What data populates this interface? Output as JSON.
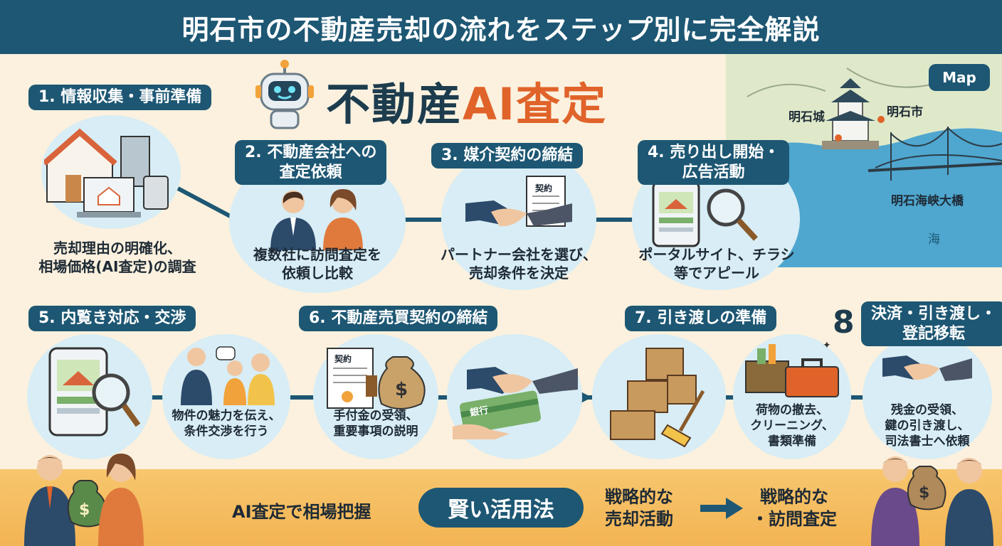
{
  "header": {
    "title": "明石市の不動産売却の流れをステップ別に完全解説"
  },
  "logo": {
    "text_main": "不動産",
    "text_ai": "AI査定"
  },
  "map": {
    "badge": "Map",
    "castle_label": "明石城",
    "city_label": "明石市",
    "bridge_label": "明石海峡大橋",
    "sea_label": "海"
  },
  "steps": [
    {
      "title": "1. 情報収集・事前準備",
      "caption_line1": "売却理由の明確化、",
      "caption_line2": "相場価格(AI査定)の調査"
    },
    {
      "title_line1": "2. 不動産会社への",
      "title_line2": "査定依頼",
      "caption_line1": "複数社に訪問査定を",
      "caption_line2": "依頼し比較"
    },
    {
      "title": "3. 媒介契約の締結",
      "caption_line1": "パートナー会社を選び、",
      "caption_line2": "売却条件を決定",
      "doc_label": "契約"
    },
    {
      "title_line1": "4. 売り出し開始・",
      "title_line2": "広告活動",
      "caption_line1": "ポータルサイト、チラシ",
      "caption_line2": "等でアピール"
    },
    {
      "title": "5. 内覧き対応・交渉",
      "caption_line1": "物件の魅力を伝え、",
      "caption_line2": "条件交渉を行う"
    },
    {
      "title": "6. 不動産売買契約の締結",
      "caption_line1": "手付金の受領、",
      "caption_line2": "重要事項の説明",
      "doc_label": "契約",
      "card_label": "銀行"
    },
    {
      "title": "7. 引き渡しの準備",
      "caption_line1": "荷物の撤去、",
      "caption_line2": "クリーニング、",
      "caption_line3": "書類準備"
    },
    {
      "number": "8",
      "title_line1": "決済・引き渡し・",
      "title_line2": "登記移転",
      "caption_line1": "残金の受領、",
      "caption_line2": "鍵の引き渡し、",
      "caption_line3": "司法書士へ依頼"
    }
  ],
  "bottom": {
    "left_text": "AI査定で相場把握",
    "pill_text": "賢い活用法",
    "mid_line1": "戦略的な",
    "mid_line2": "売却活動",
    "right_line1": "戦略的な",
    "right_line2": "・訪問査定"
  },
  "colors": {
    "navy": "#1d5773",
    "accent": "#e0632a",
    "band": "#f3b453",
    "circle": "#d8edf5"
  }
}
